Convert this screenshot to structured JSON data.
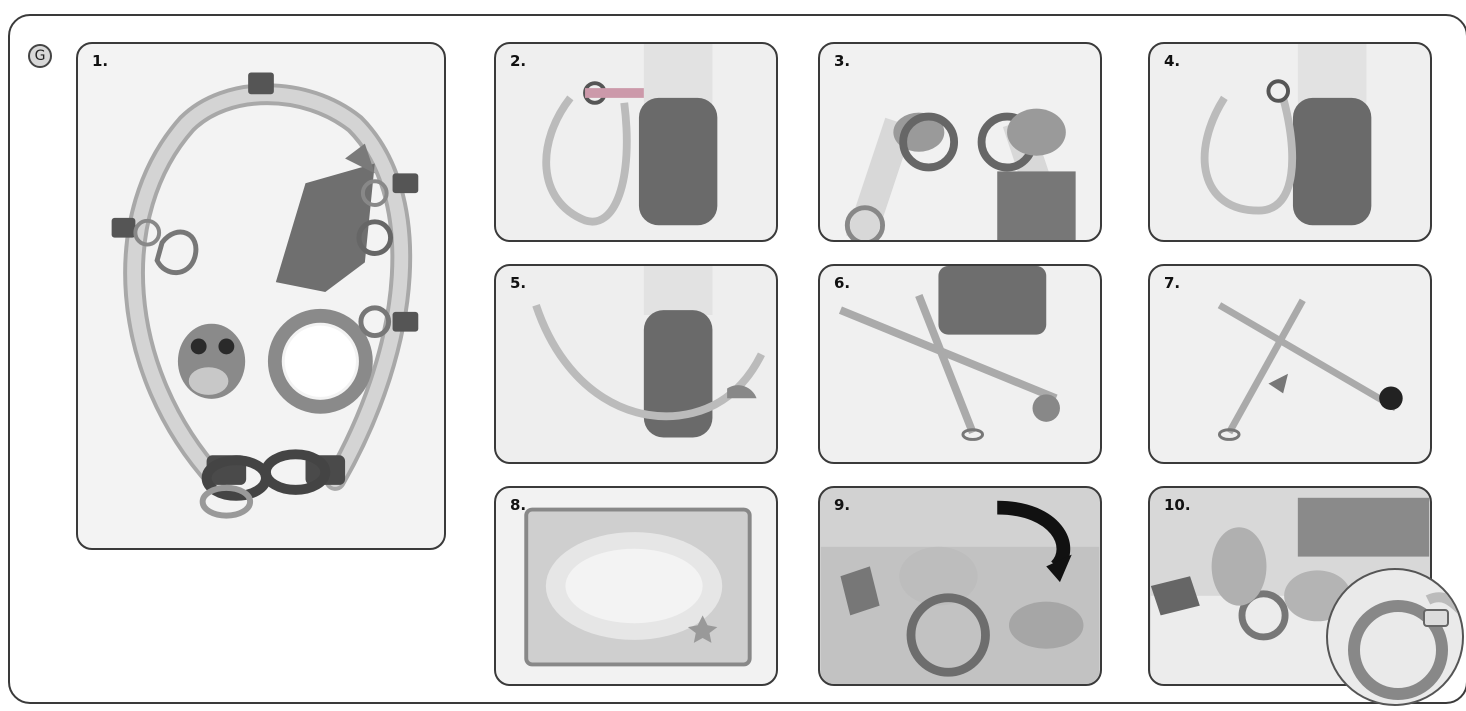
{
  "section_label": "G",
  "steps": [
    {
      "number": "1."
    },
    {
      "number": "2."
    },
    {
      "number": "3."
    },
    {
      "number": "4."
    },
    {
      "number": "5."
    },
    {
      "number": "6."
    },
    {
      "number": "7."
    },
    {
      "number": "8."
    },
    {
      "number": "9."
    },
    {
      "number": "10."
    }
  ]
}
